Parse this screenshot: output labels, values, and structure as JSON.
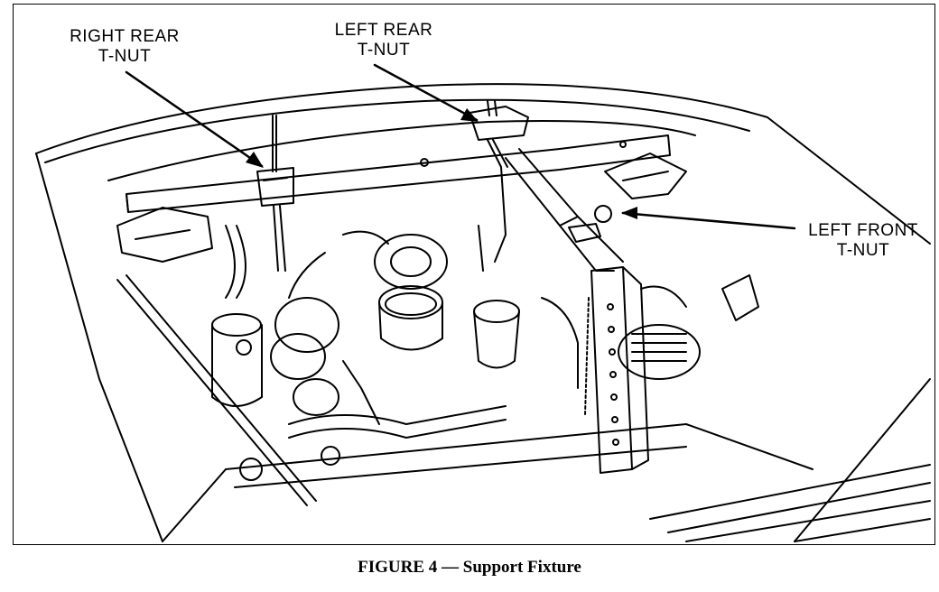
{
  "labels": {
    "right_rear": [
      "RIGHT REAR",
      "T-NUT"
    ],
    "left_rear": [
      "LEFT REAR",
      "T-NUT"
    ],
    "left_front": [
      "LEFT FRONT",
      "T-NUT"
    ]
  },
  "caption": {
    "figure": "FIGURE 4",
    "separator": " — ",
    "title": "Support Fixture"
  }
}
